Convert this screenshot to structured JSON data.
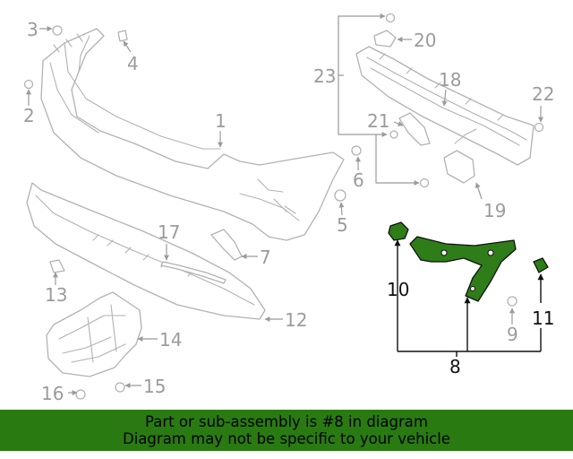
{
  "diagram": {
    "callouts_gray": [
      "1",
      "2",
      "3",
      "4",
      "5",
      "6",
      "7",
      "9",
      "12",
      "13",
      "14",
      "15",
      "16",
      "17",
      "18",
      "19",
      "20",
      "21",
      "22",
      "23"
    ],
    "callouts_highlighted": [
      "8",
      "10",
      "11"
    ],
    "highlighted_part": "8",
    "highlight_color": "#2e7d18",
    "part_outline_color": "#b2b2b2"
  },
  "banner": {
    "line1": "Part or sub-assembly is #8 in diagram",
    "line2": "Diagram may not be specific to your vehicle",
    "background": "#2a7a12"
  }
}
